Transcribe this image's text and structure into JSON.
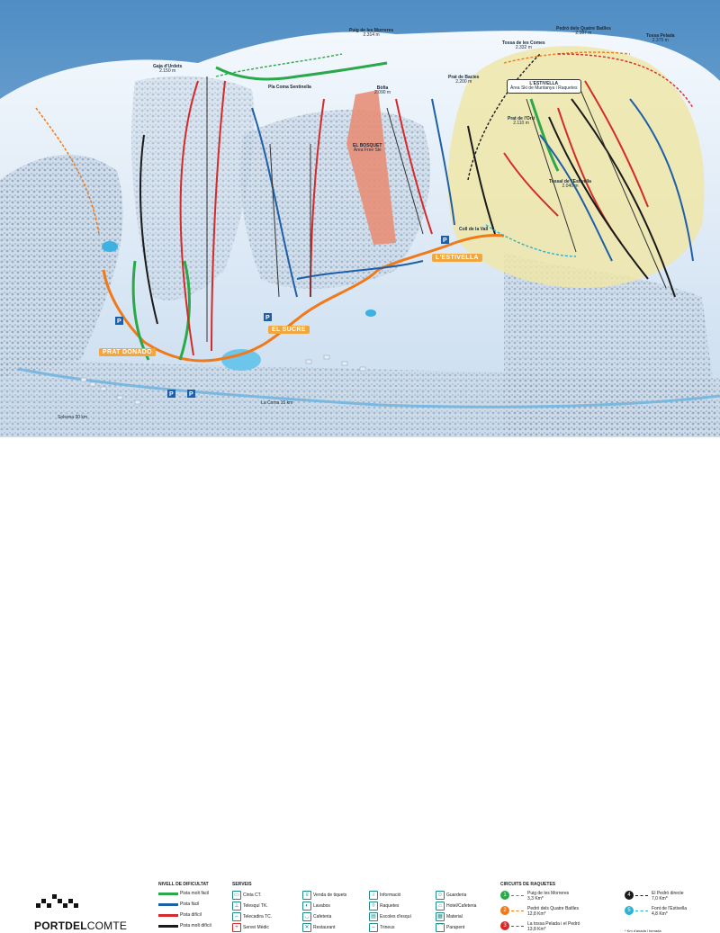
{
  "map": {
    "peaks": [
      {
        "name": "Puig de les Morreres",
        "alt": "2.314 m"
      },
      {
        "name": "Pedró dels Quatre Batlles",
        "alt": "2.387 m"
      },
      {
        "name": "Tossa Pelada",
        "alt": "2.375 m"
      },
      {
        "name": "Tossa de les Comes",
        "alt": "2.332 m"
      },
      {
        "name": "Gaja d'Urdets",
        "alt": "2.150 m"
      },
      {
        "name": "Prat de Bacies",
        "alt": "2.200 m"
      },
      {
        "name": "Bòfia",
        "alt": "2.090 m"
      },
      {
        "name": "Prat de l'Orri",
        "alt": "2.110 m"
      },
      {
        "name": "Tossal de l'Estivella",
        "alt": "2.040 m"
      },
      {
        "name": "Coll de la Vall",
        "alt": ""
      }
    ],
    "place_labels": {
      "coma_sentinella": "Pla Coma Sentinella",
      "estivella_area": "L'ESTIVELLA",
      "estivella_area_sub": "Àrea Ski de Muntanya i Raquetes",
      "bosquet": "EL BOSQUET",
      "bosquet_sub": "Àrea Free Ski",
      "prat_donado": "PRAT DONADO",
      "el_sucre": "EL SUCRE",
      "lestivella": "L'ESTIVELLA",
      "solsona": "Solsona 30 km",
      "la_coma": "La Coma 15 km"
    },
    "colors": {
      "green": "#2aa84a",
      "blue": "#1f5fa8",
      "red": "#d42a2a",
      "black": "#1a1a1a",
      "orange": "#f07a1a",
      "estivella_zone": "#efe6a8",
      "freeski_zone": "#e88f78"
    }
  },
  "legend": {
    "difficulty": {
      "title": "NIVELL DE DIFICULTAT",
      "items": [
        {
          "label": "Pista molt fàcil",
          "color": "#2aa84a"
        },
        {
          "label": "Pista fàcil",
          "color": "#1f5fa8"
        },
        {
          "label": "Pista difícil",
          "color": "#d42a2a"
        },
        {
          "label": "Pista molt difícil",
          "color": "#1a1a1a"
        }
      ]
    },
    "services": {
      "title": "SERVEIS",
      "items": [
        {
          "label": "Cinta CT.",
          "icon": "belt-icon"
        },
        {
          "label": "Telesquí TK.",
          "icon": "draglift-icon"
        },
        {
          "label": "Telecadira TC.",
          "icon": "chairlift-icon"
        },
        {
          "label": "Servei Mèdic",
          "icon": "medical-icon"
        },
        {
          "label": "Venda de tiquets",
          "icon": "ticket-icon"
        },
        {
          "label": "Lavabos",
          "icon": "toilet-icon"
        },
        {
          "label": "Cafeteria",
          "icon": "cafe-icon"
        },
        {
          "label": "Restaurant",
          "icon": "restaurant-icon"
        },
        {
          "label": "Informació",
          "icon": "info-icon"
        },
        {
          "label": "Raquetes",
          "icon": "snowshoe-icon"
        },
        {
          "label": "Escoles d'esquí",
          "icon": "school-icon"
        },
        {
          "label": "Trineus",
          "icon": "sled-icon"
        },
        {
          "label": "Guarderia",
          "icon": "nursery-icon"
        },
        {
          "label": "Hotel/Cafeteria",
          "icon": "hotel-icon"
        },
        {
          "label": "Material",
          "icon": "equipment-icon"
        },
        {
          "label": "Parapent",
          "icon": "paraglide-icon"
        }
      ]
    },
    "circuits": {
      "title": "CIRCUITS DE RAQUETES",
      "items": [
        {
          "num": "1",
          "label": "Puig de les Morreres",
          "dist": "3,3 Km*",
          "color": "#2aa84a"
        },
        {
          "num": "2",
          "label": "Pedró dels Quatre Batlles",
          "dist": "12,8 Km*",
          "color": "#f07a1a"
        },
        {
          "num": "3",
          "label": "La tossa Pelada i el Pedró",
          "dist": "13,8 Km*",
          "color": "#d42a2a"
        },
        {
          "num": "4",
          "label": "El Pedró directe",
          "dist": "7,0 Km*",
          "color": "#1a1a1a"
        },
        {
          "num": "5",
          "label": "Font de l'Estivella",
          "dist": "4,8 Km*",
          "color": "#25b4d8"
        }
      ],
      "note": "* Km d'anada i tornada"
    },
    "brand": {
      "left": "PORTDEL",
      "right": "COMTE"
    }
  }
}
